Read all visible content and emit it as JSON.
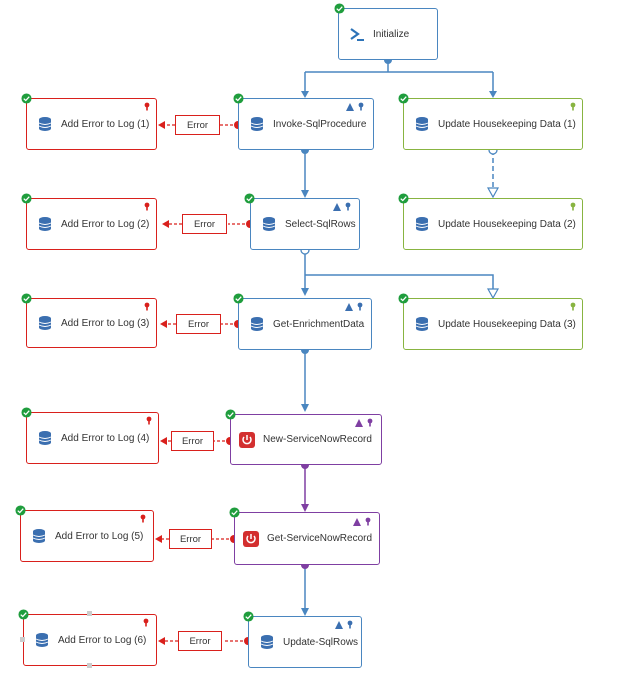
{
  "colors": {
    "blue": "#4a86c0",
    "green": "#88b441",
    "red": "#d9201c",
    "purple": "#7f3fa2",
    "ok": "#1f9d3d"
  },
  "nodes": {
    "initialize": "Initialize",
    "invoke_sqlprocedure": "Invoke-SqlProcedure",
    "select_sqlrows": "Select-SqlRows",
    "get_enrichmentdata": "Get-EnrichmentData",
    "new_servicenowrecord": "New-ServiceNowRecord",
    "get_servicenowrecord": "Get-ServiceNowRecord",
    "update_sqlrows": "Update-SqlRows",
    "housekeeping_1": "Update Housekeeping Data (1)",
    "housekeeping_2": "Update Housekeeping Data (2)",
    "housekeeping_3": "Update Housekeeping Data (3)",
    "add_error_1": "Add Error to Log (1)",
    "add_error_2": "Add Error to Log (2)",
    "add_error_3": "Add Error to Log (3)",
    "add_error_4": "Add Error to Log (4)",
    "add_error_5": "Add Error to Log (5)",
    "add_error_6": "Add Error to Log (6)"
  },
  "link_label": "Error",
  "icons": {
    "initialize": "powershell-icon",
    "activity": "database-icon",
    "servicenow": "power-icon",
    "status": "check-circle-icon"
  }
}
